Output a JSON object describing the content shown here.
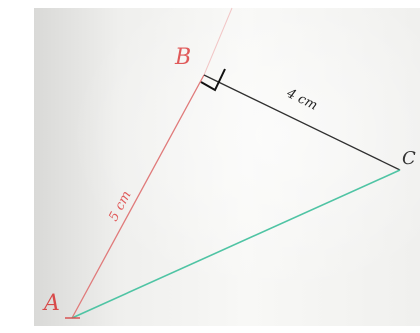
{
  "scene": {
    "vertices": {
      "A": "A",
      "B": "B",
      "C": "C"
    },
    "side_labels": {
      "AB": "5 cm",
      "BC": "4 cm"
    },
    "colors": {
      "side_ab": "#e07a7a",
      "side_bc": "#2f2f2f",
      "side_ac": "#4fc4a4",
      "label_ab": "#e05a5a",
      "label_b": "#e05a5a",
      "label_a": "#d84a4a",
      "label_bc": "#222222",
      "label_c": "#333333",
      "right_angle_mark": "#111111"
    }
  }
}
